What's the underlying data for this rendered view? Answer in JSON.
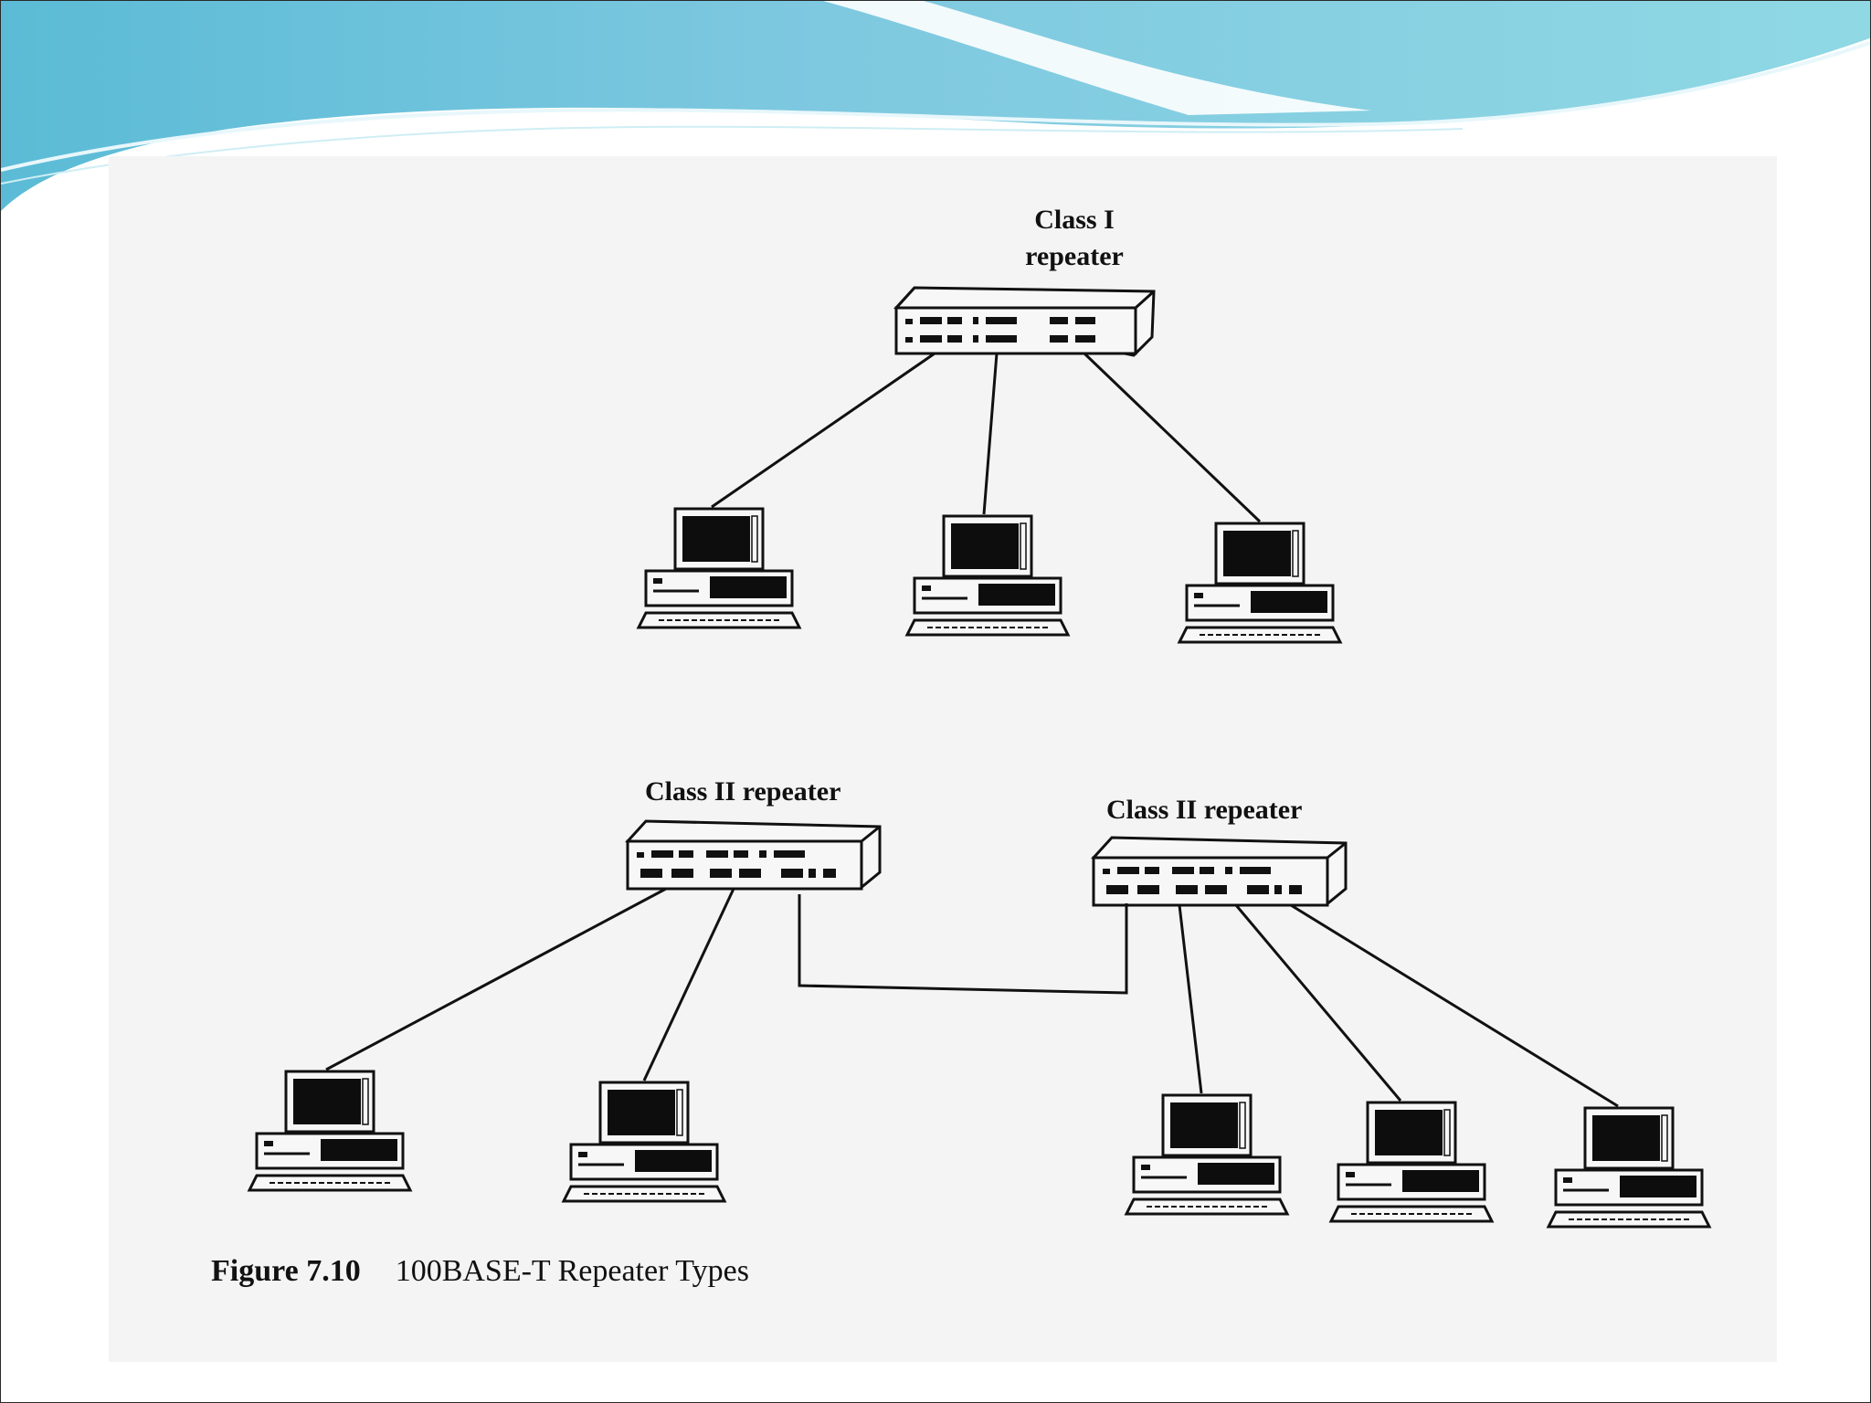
{
  "diagram": {
    "top_repeater": {
      "label_line1": "Class I",
      "label_line2": "repeater"
    },
    "left_repeater": {
      "label": "Class II repeater"
    },
    "right_repeater": {
      "label": "Class II repeater"
    }
  },
  "caption": {
    "number": "Figure 7.10",
    "text": "100BASE-T Repeater Types"
  },
  "colors": {
    "wave_light": "#cfeef4",
    "wave_mid": "#8fd3e3",
    "wave_dark": "#5bbbd6",
    "page_background": "#f4f4f5",
    "ink": "#111111"
  }
}
